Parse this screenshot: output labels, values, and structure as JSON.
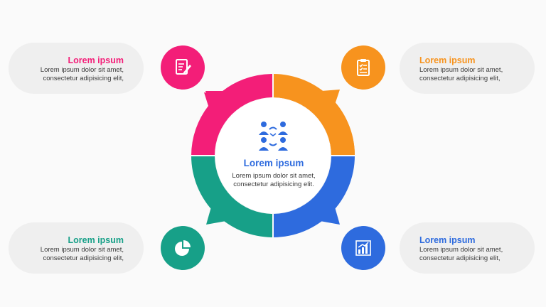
{
  "colors": {
    "pink": "#f31e78",
    "orange": "#f7931e",
    "teal": "#17a088",
    "blue": "#2e6bde",
    "pill_bg": "#efefef",
    "background": "#fafafa"
  },
  "center": {
    "icon": "team-cycle-icon",
    "title": "Lorem ipsum",
    "text": "Lorem ipsum dolor sit amet, consectetur adipisicing elit."
  },
  "items": [
    {
      "position": "top-left",
      "color": "pink",
      "icon": "document-edit-icon",
      "title": "Lorem ipsum",
      "line1": "Lorem ipsum dolor sit amet,",
      "line2": "consectetur  adipisicing elit,"
    },
    {
      "position": "top-right",
      "color": "orange",
      "icon": "clipboard-checklist-icon",
      "title": "Lorem ipsum",
      "line1": "Lorem ipsum dolor sit amet,",
      "line2": "consectetur  adipisicing elit,"
    },
    {
      "position": "bottom-left",
      "color": "teal",
      "icon": "pie-chart-icon",
      "title": "Lorem ipsum",
      "line1": "Lorem ipsum dolor sit amet,",
      "line2": "consectetur  adipisicing elit,"
    },
    {
      "position": "bottom-right",
      "color": "blue",
      "icon": "bar-chart-growth-icon",
      "title": "Lorem ipsum",
      "line1": "Lorem ipsum dolor sit amet,",
      "line2": "consectetur  adipisicing elit,"
    }
  ]
}
